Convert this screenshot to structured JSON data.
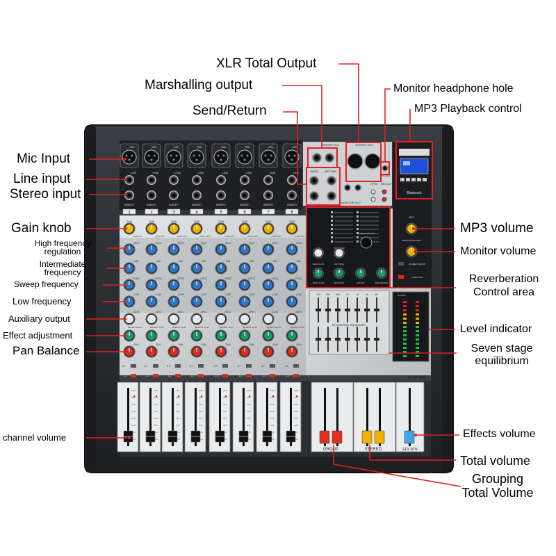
{
  "labels": {
    "xlr_total_output": "XLR Total Output",
    "marshalling_output": "Marshalling output",
    "send_return": "Send/Return",
    "monitor_headphone_hole": "Monitor headphone hole",
    "mp3_playback_control": "MP3 Playback control",
    "mic_input": "Mic Input",
    "line_input": "Line input",
    "stereo_input": "Stereo input",
    "gain_knob": "Gain knob",
    "high_frequency_1": "High frequency",
    "high_frequency_2": "regulation",
    "intermediate_frequency_1": "Intermediate",
    "intermediate_frequency_2": "frequency",
    "sweep_frequency": "Sweep frequency",
    "low_frequency": "Low frequency",
    "auxiliary_output": "Auxiliary output",
    "effect_adjustment": "Effect adjustment",
    "pan_balance": "Pan Balance",
    "channel_volume": "channel volume",
    "mp3_volume": "MP3 volume",
    "monitor_volume": "Monitor volume",
    "reverberation_1": "Reverberation",
    "reverberation_2": "Control area",
    "level_indicator": "Level indicator",
    "seven_stage_1": "Seven stage",
    "seven_stage_2": "equilibrium",
    "effects_volume": "Effects volume",
    "total_volume": "Total volume",
    "grouping_1": "Grouping",
    "grouping_2": "Total Volume"
  },
  "device": {
    "channel_numbers": [
      "1",
      "2",
      "3",
      "4",
      "5",
      "6",
      "7",
      "8"
    ],
    "mic": "MIC",
    "line": "LINE",
    "insert": "INSERT",
    "gain": "GAIN",
    "low_cut": "LOW CUT",
    "high": "HIGH",
    "mid": "MID",
    "freq": "FREQ",
    "low": "LOW",
    "aux1": "AUX1",
    "effect_aux2": "EFFECT AUX2",
    "pan": "PAN",
    "st": "ST",
    "group_out": "GROUP OUT",
    "stereo_out": "STEREO OUT",
    "phones": "PHONES",
    "send": "SEND",
    "return": "RETURN",
    "monitor_out": "MONITOR OUT",
    "two_tr_in": "2TR IN",
    "rec_out": "REC OUT",
    "bluetooth": "Bluetooth",
    "mp3": "MP3",
    "monitor_phones": "MONITOR PHONES",
    "stereo_group": "STEREO GROUP",
    "phantom": "PHANTOM",
    "send_aux1": "SEND AUX1",
    "send_aux2": "SEND AUX2",
    "effect": "EFFECT",
    "parameter": "PARAMETER",
    "return1": "RETURN1",
    "return2": "RETURN2",
    "program": "PROGRAM",
    "digital_effect": "DIGITAL EFFECT",
    "power": "POWER",
    "graphic_eq": "ST GRAPHIC EQUALIZER",
    "eq_bands": [
      "125",
      "250",
      "500",
      "1K",
      "2K",
      "4K",
      "8K"
    ],
    "model": "GLSD-7008",
    "group_fader": "GROUP",
    "stereo_fader": "STEREO",
    "efx_fader": "EFX RTN",
    "one_two": "1-2",
    "one_two_to_st": "1-2 TO ST"
  },
  "colors": {
    "callout": "#e02020",
    "panel_dark": "#2a2c30",
    "panel_light": "#c8cacc",
    "knob_yellow": "#e8b400",
    "knob_blue": "#2f78c8",
    "knob_white": "#e6e6e6",
    "knob_green": "#1a9a6a",
    "knob_red": "#d83020",
    "fader_red": "#e03020",
    "fader_yellow": "#f0b000",
    "fader_blue": "#40a8e8",
    "lcd_blue": "#2050d8"
  }
}
